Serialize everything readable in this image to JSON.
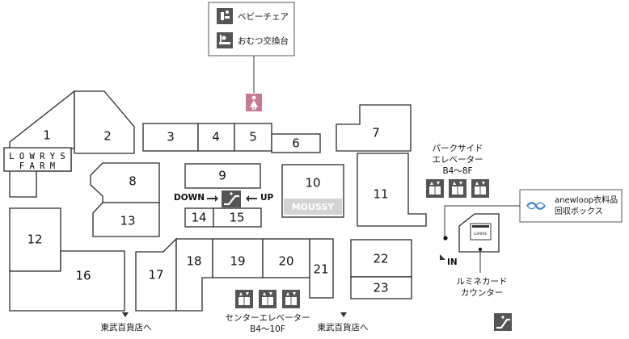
{
  "legend": {
    "baby_chair": "ベビーチェア",
    "diaper_table": "おむつ交換台"
  },
  "shops": {
    "s1": "1",
    "s2": "2",
    "s3": "3",
    "s4": "4",
    "s5": "5",
    "s6": "6",
    "s7": "7",
    "s8": "8",
    "s9": "9",
    "s10": "10",
    "s11": "11",
    "s12": "12",
    "s13": "13",
    "s14": "14",
    "s15": "15",
    "s16": "16",
    "s17": "17",
    "s18": "18",
    "s19": "19",
    "s20": "20",
    "s21": "21",
    "s22": "22",
    "s23": "23"
  },
  "brands": {
    "lowrys_line1": "L O W R Y S",
    "lowrys_line2": "F A R M",
    "moussy": "MOUSSY"
  },
  "escalator": {
    "down": "DOWN",
    "up": "UP"
  },
  "park_elevator": {
    "line1": "パークサイド",
    "line2": "エレベーター",
    "line3": "B4～8F"
  },
  "center_elevator": {
    "line1": "センターエレベーター",
    "line2": "B4～10F"
  },
  "anewloop": {
    "line1": "anewloop衣料品",
    "line2": "回収ボックス"
  },
  "counter": {
    "line1": "ルミネカード",
    "line2": "カウンター",
    "tag": "LUMINE"
  },
  "entrance": "IN",
  "dept_left": "東武百貨店へ",
  "dept_right": "東武百貨店へ",
  "colors": {
    "icon_dark": "#555555",
    "restroom_pink": "#c77a97",
    "moussy_gray": "#d3d3d3",
    "anewloop_blue": "#3a7fc2"
  }
}
